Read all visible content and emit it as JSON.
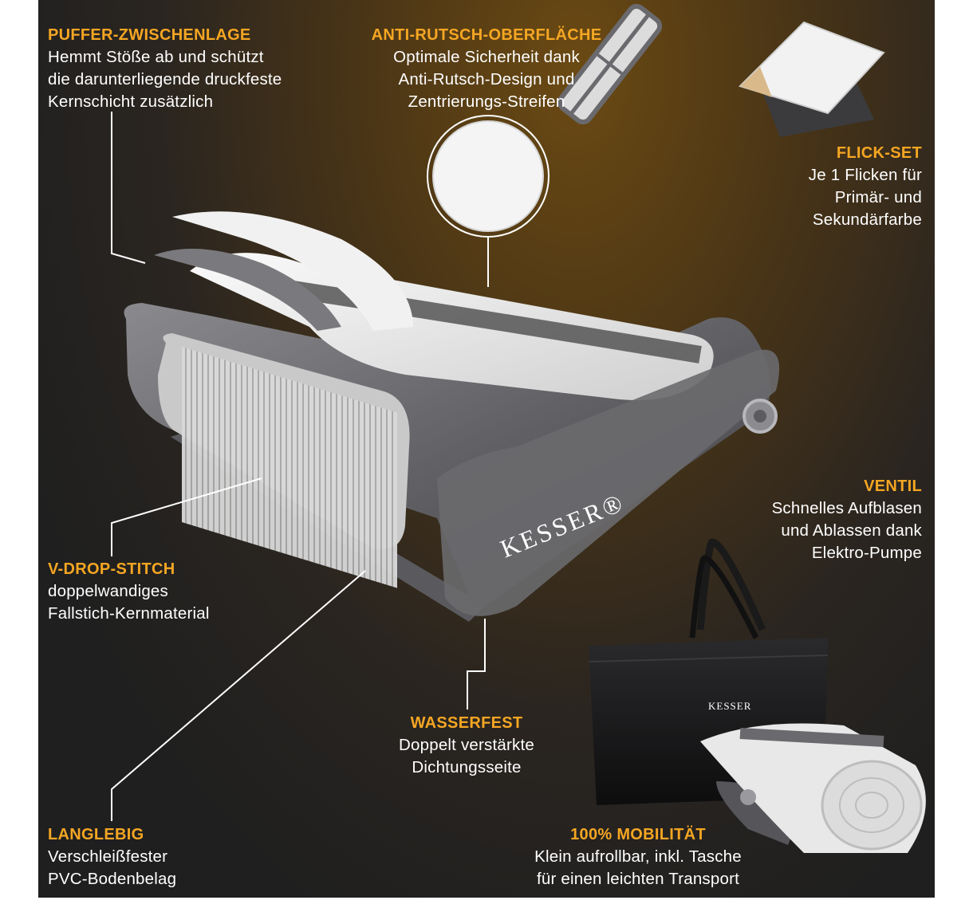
{
  "brand": {
    "name": "KESSER",
    "registered": "®"
  },
  "colors": {
    "accent": "#f5a623",
    "text": "#ffffff",
    "mat_gray": "#6f6f73",
    "mat_white": "#eeeeee"
  },
  "features": {
    "puffer": {
      "title": "PUFFER-ZWISCHENLAGE",
      "lines": [
        "Hemmt Stöße ab und schützt",
        "die darunterliegende druckfeste",
        "Kernschicht zusätzlich"
      ]
    },
    "antirutsch": {
      "title": "ANTI-RUTSCH-OBERFLÄCHE",
      "lines": [
        "Optimale Sicherheit dank",
        "Anti-Rutsch-Design und",
        "Zentrierungs-Streifen"
      ]
    },
    "flickset": {
      "title": "FLICK-SET",
      "lines": [
        "Je 1 Flicken für",
        "Primär- und",
        "Sekundärfarbe"
      ]
    },
    "ventil": {
      "title": "VENTIL",
      "lines": [
        "Schnelles Aufblasen",
        "und Ablassen dank",
        "Elektro-Pumpe"
      ]
    },
    "vdrop": {
      "title": "V-DROP-STITCH",
      "lines": [
        "doppelwandiges",
        "Fallstich-Kernmaterial"
      ]
    },
    "wasserfest": {
      "title": "WASSERFEST",
      "lines": [
        "Doppelt verstärkte",
        "Dichtungsseite"
      ]
    },
    "langlebig": {
      "title": "LANGLEBIG",
      "lines": [
        "Verschleißfester",
        "PVC-Bodenbelag"
      ]
    },
    "mobilitaet": {
      "title": "100% MOBILITÄT",
      "lines": [
        "Klein aufrollbar, inkl. Tasche",
        "für einen leichten Transport"
      ]
    }
  }
}
